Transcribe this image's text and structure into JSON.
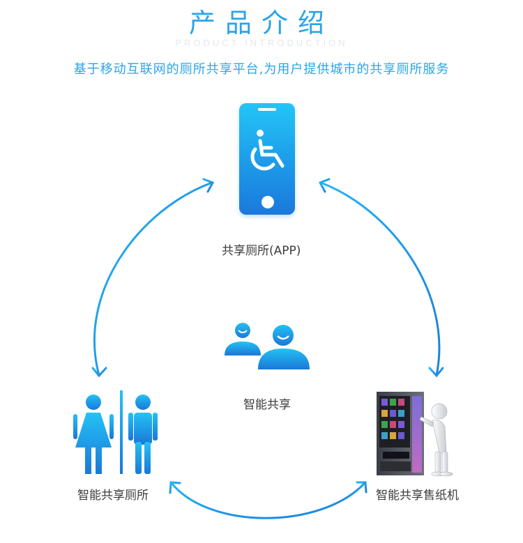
{
  "header": {
    "title": "产品介绍",
    "subtitle_en": "PRODUCT INTRODUCTION",
    "tagline": "基于移动互联网的厕所共享平台,为用户提供城市的共享厕所服务"
  },
  "nodes": {
    "app": {
      "label": "共享厕所(APP)",
      "icon": "wheelchair-phone-icon"
    },
    "center": {
      "label": "智能共享",
      "icon": "users-icon"
    },
    "toilet": {
      "label": "智能共享厕所",
      "icon": "restroom-icon"
    },
    "vending": {
      "label": "智能共享售纸机",
      "icon": "vending-machine-icon"
    }
  },
  "colors": {
    "accent": "#2aa4e8",
    "accent_light": "#21c0f5",
    "accent_dark": "#1d74d8",
    "text": "#3c3c3c"
  }
}
